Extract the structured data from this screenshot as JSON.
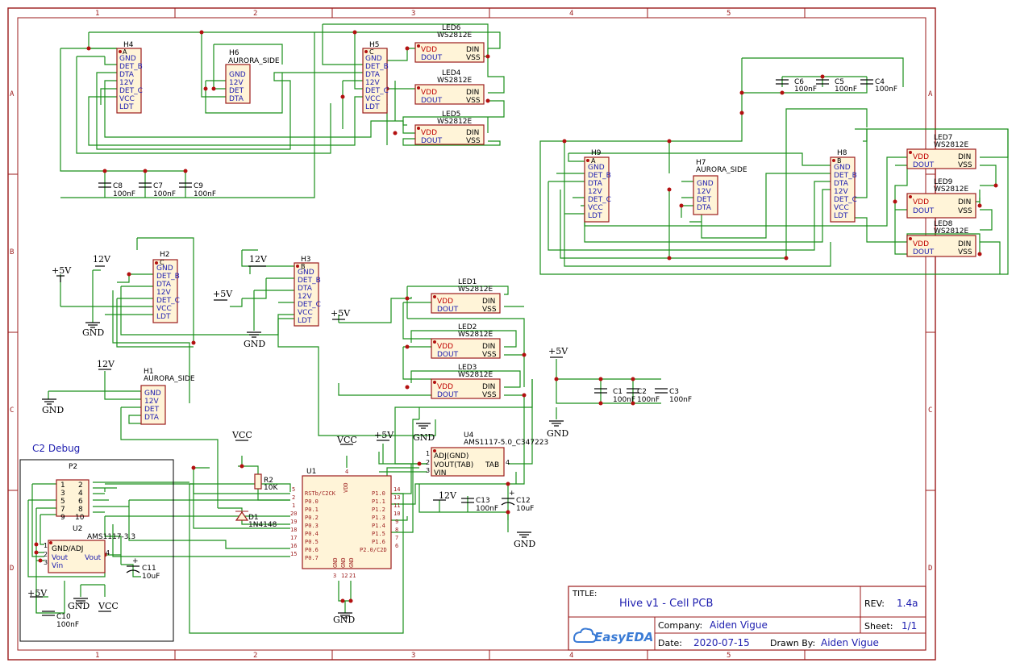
{
  "frame": {
    "columns": [
      "1",
      "2",
      "3",
      "4",
      "5"
    ],
    "rows": [
      "A",
      "B",
      "C",
      "D"
    ]
  },
  "title_block": {
    "title_label": "TITLE:",
    "title": "Hive v1 - Cell PCB",
    "rev_label": "REV:",
    "rev": "1.4a",
    "company_label": "Company:",
    "company": "Aiden Vigue",
    "sheet_label": "Sheet:",
    "sheet": "1/1",
    "date_label": "Date:",
    "date": "2020-07-15",
    "drawn_label": "Drawn By:",
    "drawn_by": "Aiden Vigue",
    "logo": "EasyEDA"
  },
  "headers": {
    "h4": {
      "ref": "H4",
      "pin_mark": "A",
      "pins": [
        "GND",
        "DET_B",
        "DTA",
        "12V",
        "DET_C",
        "VCC",
        "LDT"
      ]
    },
    "h5": {
      "ref": "H5",
      "pin_mark": "C",
      "pins": [
        "GND",
        "DET_B",
        "DTA",
        "12V",
        "DET_C",
        "VCC",
        "LDT"
      ]
    },
    "h2": {
      "ref": "H2",
      "pin_mark": "C",
      "pins": [
        "GND",
        "DET_B",
        "DTA",
        "12V",
        "DET_C",
        "VCC",
        "LDT"
      ]
    },
    "h3": {
      "ref": "H3",
      "pin_mark": "B",
      "pins": [
        "GND",
        "DET_B",
        "DTA",
        "12V",
        "DET_C",
        "VCC",
        "LDT"
      ]
    },
    "h9": {
      "ref": "H9",
      "pin_mark": "A",
      "pins": [
        "GND",
        "DET_B",
        "DTA",
        "12V",
        "DET_C",
        "VCC",
        "LDT"
      ]
    },
    "h8": {
      "ref": "H8",
      "pin_mark": "B",
      "pins": [
        "GND",
        "DET_B",
        "DTA",
        "12V",
        "DET_C",
        "VCC",
        "LDT"
      ]
    },
    "h6": {
      "ref": "H6",
      "value": "AURORA_SIDE",
      "pins": [
        "GND",
        "12V",
        "DET",
        "DTA"
      ]
    },
    "h7": {
      "ref": "H7",
      "value": "AURORA_SIDE",
      "pins": [
        "GND",
        "12V",
        "DET",
        "DTA"
      ]
    },
    "h1": {
      "ref": "H1",
      "value": "AURORA_SIDE",
      "pins": [
        "GND",
        "12V",
        "DET",
        "DTA"
      ]
    }
  },
  "leds": {
    "value": "WS2812E",
    "pins": {
      "vdd": "VDD",
      "dout": "DOUT",
      "din": "DIN",
      "vss": "VSS"
    },
    "led6": "LED6",
    "led4": "LED4",
    "led5": "LED5",
    "led7": "LED7",
    "led9": "LED9",
    "led8": "LED8",
    "led1": "LED1",
    "led2": "LED2",
    "led3": "LED3"
  },
  "caps": {
    "c8": {
      "ref": "C8",
      "value": "100nF"
    },
    "c7": {
      "ref": "C7",
      "value": "100nF"
    },
    "c9": {
      "ref": "C9",
      "value": "100nF"
    },
    "c6": {
      "ref": "C6",
      "value": "100nF"
    },
    "c5": {
      "ref": "C5",
      "value": "100nF"
    },
    "c4": {
      "ref": "C4",
      "value": "100nF"
    },
    "c1": {
      "ref": "C1",
      "value": "100nF"
    },
    "c2": {
      "ref": "C2",
      "value": "100nF"
    },
    "c3": {
      "ref": "C3",
      "value": "100nF"
    },
    "c13": {
      "ref": "C13",
      "value": "100nF"
    },
    "c12": {
      "ref": "C12",
      "value": "10uF"
    },
    "c11": {
      "ref": "C11",
      "value": "10uF"
    },
    "c10": {
      "ref": "C10",
      "value": "100nF"
    }
  },
  "power": {
    "v5": "+5V",
    "v12": "12V",
    "gnd": "GND",
    "vcc": "VCC"
  },
  "u1": {
    "ref": "U1",
    "left_pins": [
      "RSTb/C2CK",
      "P0.0",
      "P0.1",
      "P0.2",
      "P0.3",
      "P0.4",
      "P0.5",
      "P0.6",
      "P0.7"
    ],
    "left_nums": [
      "5",
      "2",
      "1",
      "20",
      "19",
      "18",
      "17",
      "16",
      "15"
    ],
    "right_pins": [
      "P1.0",
      "P1.1",
      "P1.2",
      "P1.3",
      "P1.4",
      "P1.5",
      "P1.6",
      "P2.0/C2D"
    ],
    "right_nums": [
      "14",
      "13",
      "11",
      "10",
      "9",
      "8",
      "7",
      "6"
    ],
    "top_pin": "VDD",
    "top_num": "4",
    "bottom_pins": [
      "GND",
      "GND",
      "GND"
    ],
    "bottom_nums": [
      "3",
      "12",
      "21"
    ]
  },
  "u4": {
    "ref": "U4",
    "value": "AMS1117-5.0_C347223",
    "pins": [
      "ADJ(GND)",
      "VOUT(TAB)",
      "VIN"
    ],
    "tab": "TAB",
    "nums": [
      "1",
      "2",
      "3",
      "4"
    ]
  },
  "u2": {
    "ref": "U2",
    "value": "AMS1117-3.3",
    "pins": [
      "GND/ADJ",
      "Vout",
      "Vin"
    ],
    "vout_r": "Vout",
    "nums": [
      "1",
      "2",
      "3",
      "4"
    ]
  },
  "p2": {
    "ref": "P2",
    "nums": [
      "1",
      "3",
      "5",
      "7",
      "9",
      "2",
      "4",
      "6",
      "8",
      "10"
    ]
  },
  "r2": {
    "ref": "R2",
    "value": "10K"
  },
  "d1": {
    "ref": "D1",
    "value": "1N4148"
  },
  "debug_title": "C2 Debug"
}
